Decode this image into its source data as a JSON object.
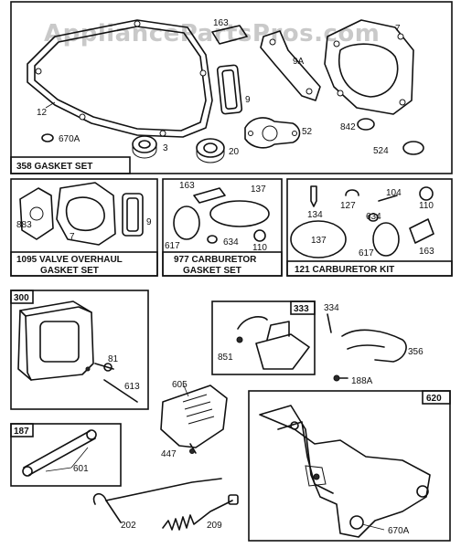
{
  "watermark": "AppliancePartsPros.com",
  "boxes": {
    "gasket_set": "358 GASKET SET",
    "valve_overhaul_line1": "1095 VALVE OVERHAUL",
    "valve_overhaul_line2": "GASKET SET",
    "carb_gasket_line1": "977 CARBURETOR",
    "carb_gasket_line2": "GASKET SET",
    "carb_kit": "121 CARBURETOR KIT",
    "muffler": "300",
    "ignition": "333",
    "tube": "187",
    "bracket": "620"
  },
  "labels": {
    "p12": "12",
    "p163a": "163",
    "p7a": "7",
    "p9a": "9A",
    "p9b": "9",
    "p52": "52",
    "p842": "842",
    "p524": "524",
    "p670a_top": "670A",
    "p3": "3",
    "p20": "20",
    "p883": "883",
    "p7b": "7",
    "p9c": "9",
    "p163b": "163",
    "p137a": "137",
    "p617a": "617",
    "p634a": "634",
    "p110a": "110",
    "p134": "134",
    "p127": "127",
    "p104": "104",
    "p110b": "110",
    "p634b": "634",
    "p137b": "137",
    "p617b": "617",
    "p163c": "163",
    "p81": "81",
    "p613": "613",
    "p334": "334",
    "p851": "851",
    "p356": "356",
    "p188a": "188A",
    "p605": "605",
    "p447": "447",
    "p601": "601",
    "p202": "202",
    "p209": "209",
    "p670a_bottom": "670A"
  }
}
